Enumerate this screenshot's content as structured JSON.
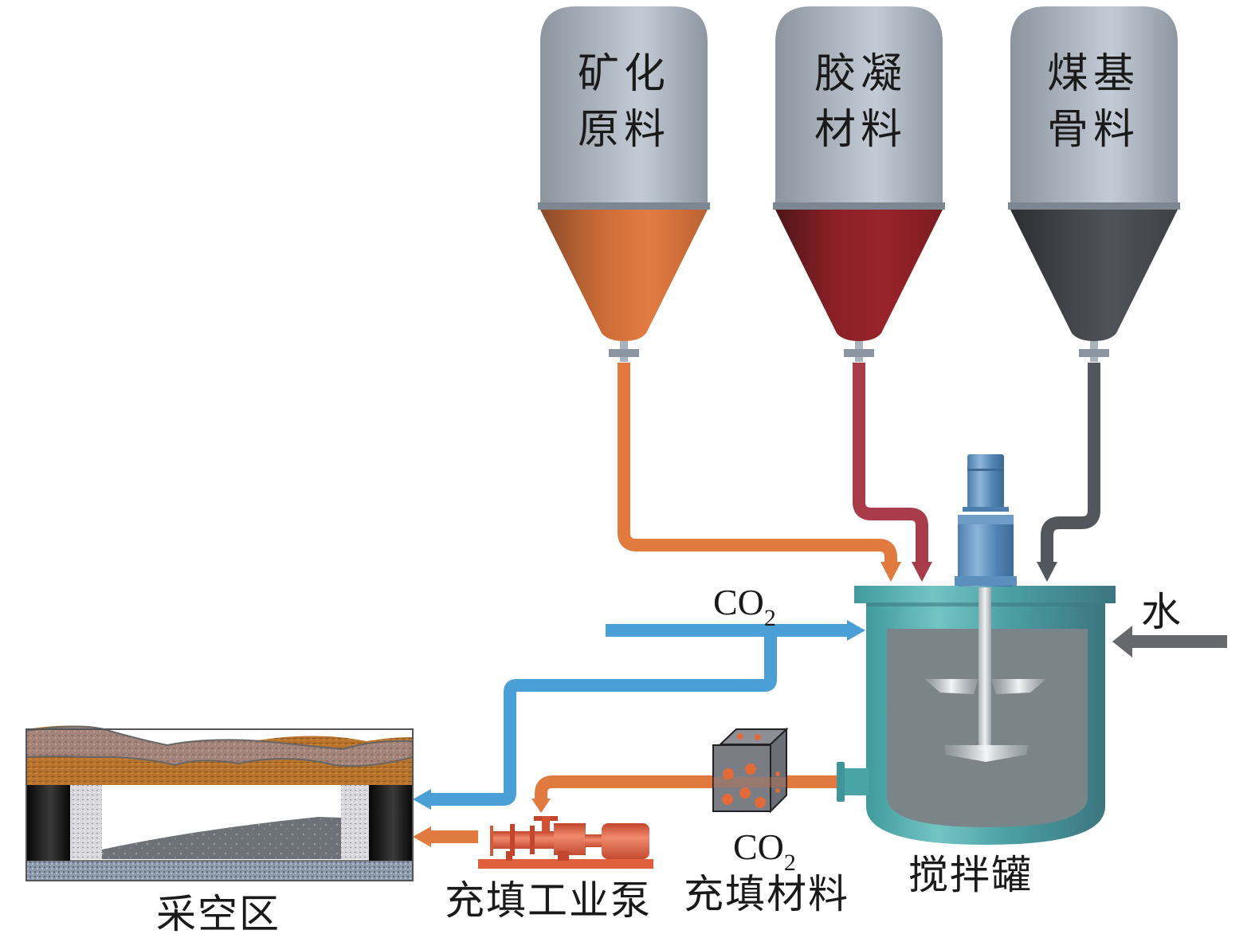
{
  "diagram": {
    "title": "CO2 mineralization backfill process",
    "silos": [
      {
        "id": "mineral",
        "label_line1": "矿化",
        "label_line2": "原料",
        "hopper_color": "#e07a3e",
        "pipe_color": "#e07a3e"
      },
      {
        "id": "cementing",
        "label_line1": "胶凝",
        "label_line2": "材料",
        "hopper_color": "#8e2129",
        "pipe_color": "#a93c4a"
      },
      {
        "id": "aggregate",
        "label_line1": "煤基",
        "label_line2": "骨料",
        "hopper_color": "#45474c",
        "pipe_color": "#53565c"
      }
    ],
    "mixer": {
      "label": "搅拌罐",
      "body_color": "#4aa3a6",
      "content_color": "#7b8489",
      "motor_color": "#5b8fbe"
    },
    "water": {
      "label": "水",
      "arrow_color": "#66686d"
    },
    "co2_input": {
      "label_main": "CO",
      "label_sub": "2",
      "color": "#4a9fd6"
    },
    "fill_material": {
      "label_chem_main": "CO",
      "label_chem_sub": "2",
      "label": "充填材料",
      "pipe_color": "#e07a3e"
    },
    "pump": {
      "label": "充填工业泵",
      "color": "#e0603e"
    },
    "goaf": {
      "label": "采空区"
    }
  }
}
